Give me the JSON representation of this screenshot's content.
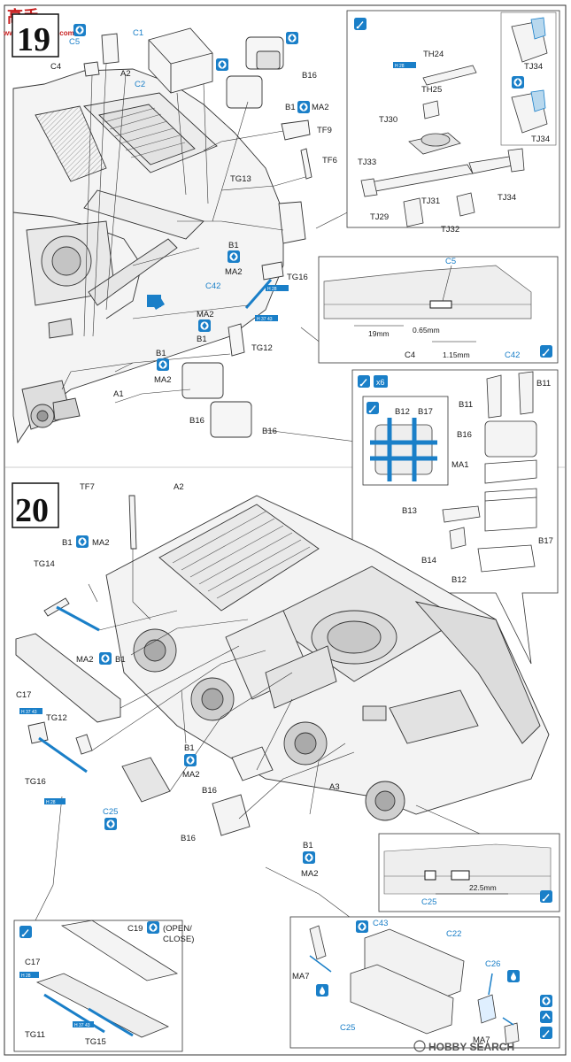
{
  "watermark_top": {
    "cn": "高手",
    "en": "www.hobbyfans.com"
  },
  "watermark_bottom": "HOBBY SEARCH",
  "step19": {
    "number": "19",
    "labels": {
      "C5": "C5",
      "C1": "C1",
      "C4": "C4",
      "A2": "A2",
      "C2": "C2",
      "B16a": "B16",
      "B1a": "B1",
      "MA2a": "MA2",
      "TF9": "TF9",
      "TF6": "TF6",
      "TG13": "TG13",
      "B1b": "B1",
      "MA2b": "MA2",
      "C42": "C42",
      "TG16": "TG16",
      "MA2c": "MA2",
      "B1c": "B1",
      "TG12": "TG12",
      "B1d": "B1",
      "MA2d": "MA2",
      "A1": "A1",
      "B16b": "B16",
      "B16c": "B16"
    },
    "paint": {
      "h28": "H 28",
      "h37": "H 37 43"
    },
    "detail_tj": {
      "TH24": "TH24",
      "TH25": "TH25",
      "TJ30": "TJ30",
      "TJ33": "TJ33",
      "TJ29": "TJ29",
      "TJ31": "TJ31",
      "TJ32": "TJ32",
      "TJ34": "TJ34",
      "TJ34b": "TJ34",
      "TJ34c": "TJ34"
    },
    "detail_c5": {
      "C5": "C5",
      "m1": "19mm",
      "m2": "0.65mm",
      "m3": "1.15mm",
      "C4": "C4",
      "C42": "C42"
    },
    "detail_jerry": {
      "x6": "x6",
      "B12": "B12",
      "B17": "B17",
      "B11a": "B11",
      "B11b": "B11",
      "B16": "B16",
      "MA1": "MA1",
      "B13": "B13",
      "B14": "B14",
      "B17b": "B17",
      "B12b": "B12"
    }
  },
  "step20": {
    "number": "20",
    "labels": {
      "TF7": "TF7",
      "A2": "A2",
      "B1a": "B1",
      "MA2a": "MA2",
      "TG14": "TG14",
      "MA2b": "MA2",
      "B1b": "B1",
      "C17": "C17",
      "TG12": "TG12",
      "TG16": "TG16",
      "C25": "C25",
      "B1c": "B1",
      "MA2c": "MA2",
      "B16a": "B16",
      "A3": "A3",
      "B16b": "B16",
      "B1d": "B1",
      "MA2d": "MA2"
    },
    "paint": {
      "h37": "H 37 43",
      "h28": "H 28"
    },
    "detail_c25": {
      "m": "22.5mm",
      "C25": "C25"
    },
    "detail_c19": {
      "C19": "C19",
      "open": "(OPEN/",
      "close": "CLOSE)",
      "C17": "C17",
      "h28": "H 28",
      "h37": "H 37 43",
      "TG11": "TG11",
      "TG15": "TG15"
    },
    "detail_box": {
      "C43": "C43",
      "C22": "C22",
      "C26": "C26",
      "MA7a": "MA7",
      "C25": "C25",
      "MA7b": "MA7"
    }
  },
  "colors": {
    "blue": "#1a7fc8",
    "ink": "#1a1a1a",
    "grey": "#d9d9d9",
    "tint": "#b8d8ee"
  }
}
